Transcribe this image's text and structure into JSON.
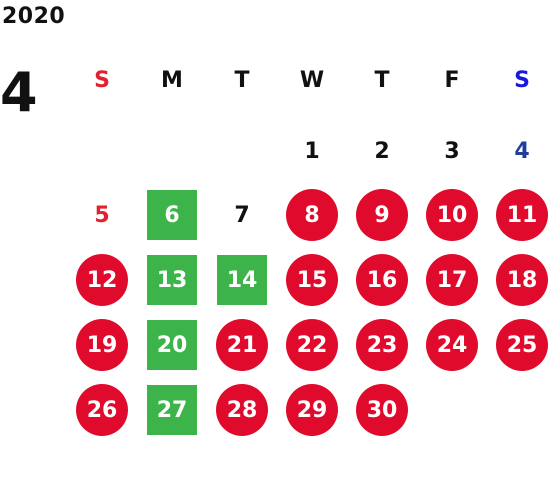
{
  "year": "2020",
  "month": "4",
  "colors": {
    "sunday": "#e4202e",
    "saturday": "#1f3f9a",
    "saturday_header": "#1818e0",
    "weekday": "#111111",
    "holiday_circle": "#e00b2c",
    "workday_square": "#3db449"
  },
  "weekdays": [
    "S",
    "M",
    "T",
    "W",
    "T",
    "F",
    "S"
  ],
  "weeks": [
    [
      {
        "label": "",
        "style": "blank"
      },
      {
        "label": "",
        "style": "blank"
      },
      {
        "label": "",
        "style": "blank"
      },
      {
        "label": "1",
        "style": "plain"
      },
      {
        "label": "2",
        "style": "plain"
      },
      {
        "label": "3",
        "style": "plain"
      },
      {
        "label": "4",
        "style": "plain"
      }
    ],
    [
      {
        "label": "5",
        "style": "plain"
      },
      {
        "label": "6",
        "style": "work"
      },
      {
        "label": "7",
        "style": "plain"
      },
      {
        "label": "8",
        "style": "holiday"
      },
      {
        "label": "9",
        "style": "holiday"
      },
      {
        "label": "10",
        "style": "holiday"
      },
      {
        "label": "11",
        "style": "holiday"
      }
    ],
    [
      {
        "label": "12",
        "style": "holiday"
      },
      {
        "label": "13",
        "style": "work"
      },
      {
        "label": "14",
        "style": "work"
      },
      {
        "label": "15",
        "style": "holiday"
      },
      {
        "label": "16",
        "style": "holiday"
      },
      {
        "label": "17",
        "style": "holiday"
      },
      {
        "label": "18",
        "style": "holiday"
      }
    ],
    [
      {
        "label": "19",
        "style": "holiday"
      },
      {
        "label": "20",
        "style": "work"
      },
      {
        "label": "21",
        "style": "holiday"
      },
      {
        "label": "22",
        "style": "holiday"
      },
      {
        "label": "23",
        "style": "holiday"
      },
      {
        "label": "24",
        "style": "holiday"
      },
      {
        "label": "25",
        "style": "holiday"
      }
    ],
    [
      {
        "label": "26",
        "style": "holiday"
      },
      {
        "label": "27",
        "style": "work"
      },
      {
        "label": "28",
        "style": "holiday"
      },
      {
        "label": "29",
        "style": "holiday"
      },
      {
        "label": "30",
        "style": "holiday"
      },
      {
        "label": "",
        "style": "blank"
      },
      {
        "label": "",
        "style": "blank"
      }
    ]
  ]
}
